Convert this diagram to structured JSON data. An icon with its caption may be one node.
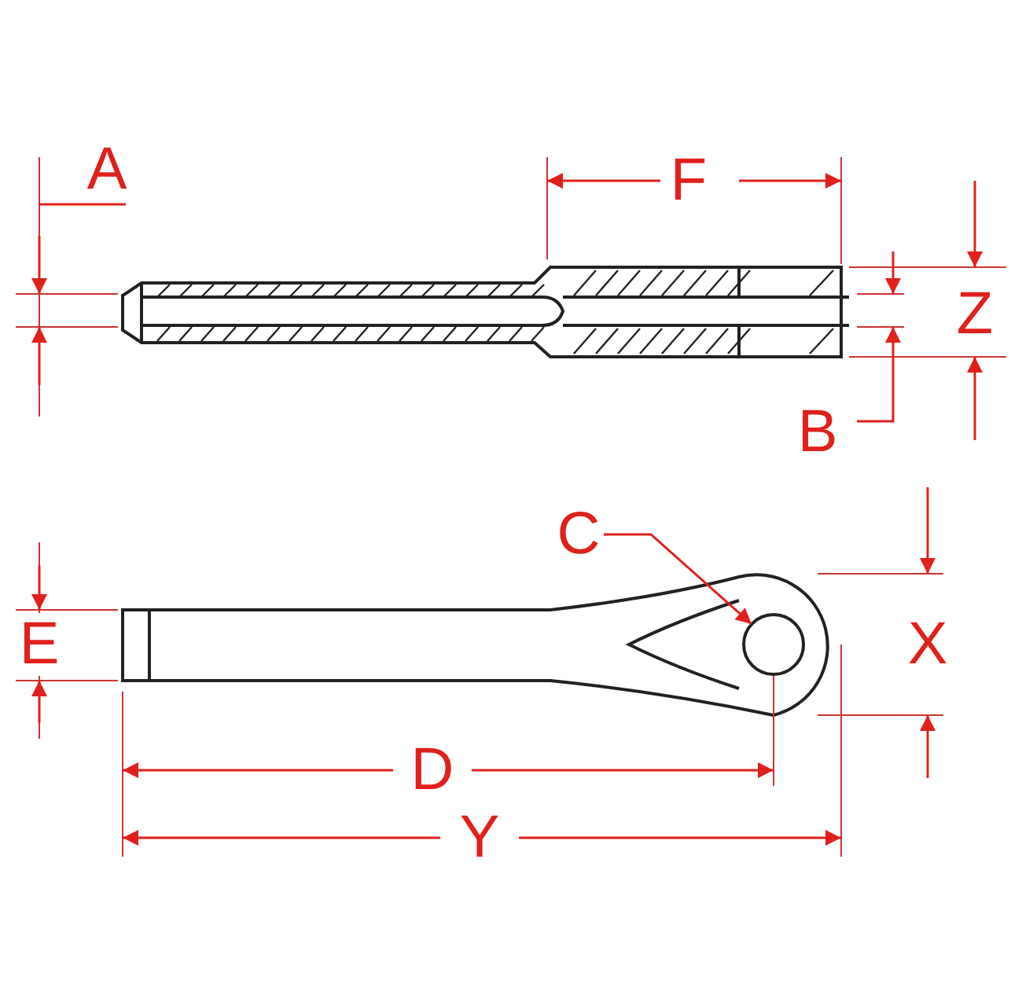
{
  "diagram": {
    "nodes": [
      {
        "text": [
          "C"
        ]
      },
      {
        "text": [],
        "shape": "circle"
      }
    ],
    "edges": [
      {
        "from": 0,
        "to": 1,
        "arrow": "to"
      }
    ],
    "labels": [
      "A",
      "F",
      "Z",
      "B",
      "E",
      "X",
      "D",
      "Y"
    ]
  }
}
